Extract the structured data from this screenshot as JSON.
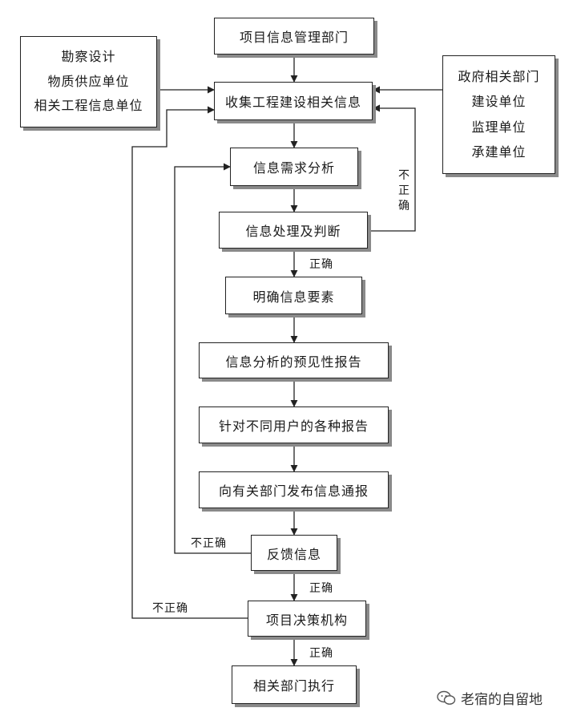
{
  "boxes": {
    "project_info_dept": "项目信息管理部门",
    "collect_info": "收集工程建设相关信息",
    "demand_analysis": "信息需求分析",
    "processing_judgment": "信息处理及判断",
    "define_elements": "明确信息要素",
    "forecast_report": "信息分析的预见性报告",
    "user_reports": "针对不同用户的各种报告",
    "publish_bulletin": "向有关部门发布信息通报",
    "feedback": "反馈信息",
    "decision_body": "项目决策机构",
    "execution": "相关部门执行"
  },
  "left_sources": [
    "勘察设计",
    "物质供应单位",
    "相关工程信息单位"
  ],
  "right_sources": [
    "政府相关部门",
    "建设单位",
    "监理单位",
    "承建单位"
  ],
  "edge_labels": {
    "correct_1": "正确",
    "correct_2": "正确",
    "correct_3": "正确",
    "incorrect_processing": "不正确",
    "incorrect_feedback": "不正确",
    "incorrect_decision": "不正确"
  },
  "watermark": "老宿的自留地"
}
